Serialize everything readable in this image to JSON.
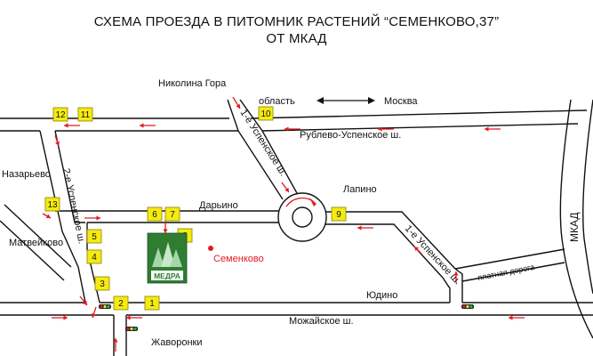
{
  "title": {
    "line1": "СХЕМА ПРОЕЗДА В ПИТОМНИК РАСТЕНИЙ “СЕМЕНКОВО,37”",
    "line2": "ОТ МКАД"
  },
  "places": {
    "nikolina_gora": "Николина Гора",
    "oblast": "область",
    "moskva": "Москва",
    "nazarevo": "Назарьево",
    "matveikovo": "Матвейково",
    "darino": "Дарьино",
    "lapino": "Лапино",
    "semenkovo": "Семенково",
    "yudino": "Юдино",
    "zhavoronki": "Жаворонки"
  },
  "roads": {
    "rublevo": "Рублево-Успенское ш.",
    "uspenskoe1_north": "1-е Успенское ш.",
    "uspenskoe1_east": "1-е Успенское ш.",
    "uspenskoe2": "2-е Успенское ш.",
    "mozhaiskoe": "Можайское ш.",
    "platnaya": "платная дорога",
    "mkad": "МКАД"
  },
  "logo": {
    "text": "МЕДРА"
  },
  "markers": [
    "1",
    "2",
    "3",
    "4",
    "5",
    "6",
    "7",
    "8",
    "9",
    "10",
    "11",
    "12",
    "13"
  ],
  "colors": {
    "marker": "#f5ea12",
    "arrow": "#e11b22",
    "logo_green": "#2e7d32",
    "destination": "#e11b22"
  }
}
